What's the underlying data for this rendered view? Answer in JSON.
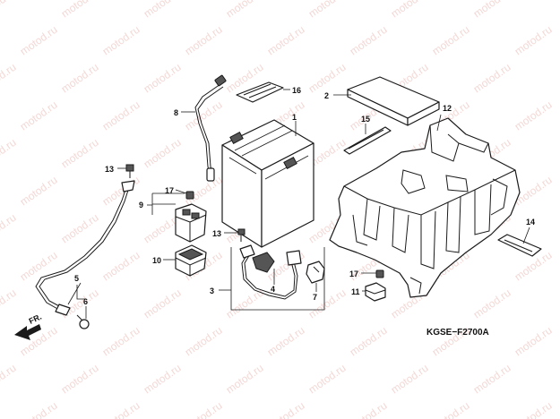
{
  "watermark": "motod.ru",
  "diagram_code": "KGSE−F2700A",
  "direction_label": "FR.",
  "callouts": [
    "1",
    "2",
    "3",
    "4",
    "5",
    "6",
    "7",
    "8",
    "9",
    "10",
    "11",
    "12",
    "13",
    "13",
    "14",
    "15",
    "16",
    "17",
    "17"
  ]
}
